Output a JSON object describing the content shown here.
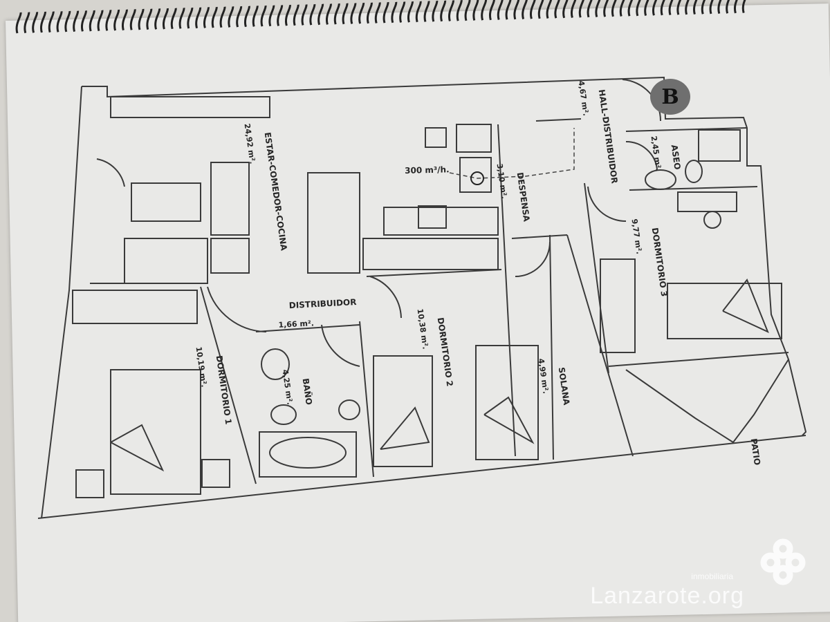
{
  "plan": {
    "unit_badge": "B",
    "flow_label": "300 m³/h.",
    "rooms": [
      {
        "name": "ESTAR-COMEDOR-COCINA",
        "area": "24,92 m²."
      },
      {
        "name": "HALL-DISTRIBUIDOR",
        "area": "4,67 m²."
      },
      {
        "name": "ASEO",
        "area": "2,45 m²."
      },
      {
        "name": "DESPENSA",
        "area": "3,10 m²."
      },
      {
        "name": "DORMITORIO 3",
        "area": "9,77 m²."
      },
      {
        "name": "DISTRIBUIDOR",
        "area": "1,66 m²."
      },
      {
        "name": "DORMITORIO 2",
        "area": "10,38 m²."
      },
      {
        "name": "SOLANA",
        "area": "4,99 m²."
      },
      {
        "name": "DORMITORIO 1",
        "area": "10,19 m²."
      },
      {
        "name": "BAÑO",
        "area": "4,25 m²."
      },
      {
        "name": "PATIO",
        "area": ""
      }
    ]
  },
  "watermark": {
    "tagline": "inmobiliaria",
    "brand": "Lanzarote.org"
  }
}
